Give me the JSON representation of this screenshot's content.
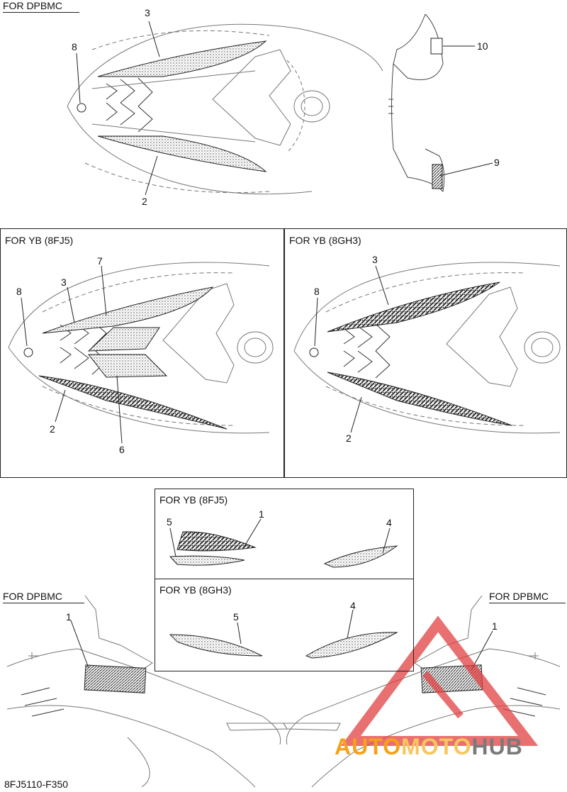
{
  "labels": {
    "dpbmc_top": "FOR DPBMC",
    "yb_8fj5_mid": "FOR YB (8FJ5)",
    "yb_8gh3_mid": "FOR YB (8GH3)",
    "yb_8fj5_inset": "FOR YB (8FJ5)",
    "yb_8gh3_inset": "FOR YB (8GH3)",
    "dpbmc_left": "FOR DPBMC",
    "dpbmc_right": "FOR DPBMC"
  },
  "callouts": {
    "top": [
      "3",
      "8",
      "2",
      "10",
      "9"
    ],
    "mid_left": [
      "7",
      "3",
      "8",
      "2",
      "6"
    ],
    "mid_right": [
      "3",
      "8",
      "2"
    ],
    "inset_top": [
      "1",
      "5",
      "4"
    ],
    "inset_bottom": [
      "5",
      "4"
    ],
    "bottom": [
      "1",
      "1"
    ]
  },
  "part_code": "8FJ5110-F350",
  "watermark": {
    "text_a": "AUTO",
    "text_b": "MOTO",
    "text_c": "HUB",
    "color_a": "#f5a11a",
    "color_b": "#f7c65e",
    "color_c": "#7a7a7a",
    "logo_color": "#e24141"
  }
}
